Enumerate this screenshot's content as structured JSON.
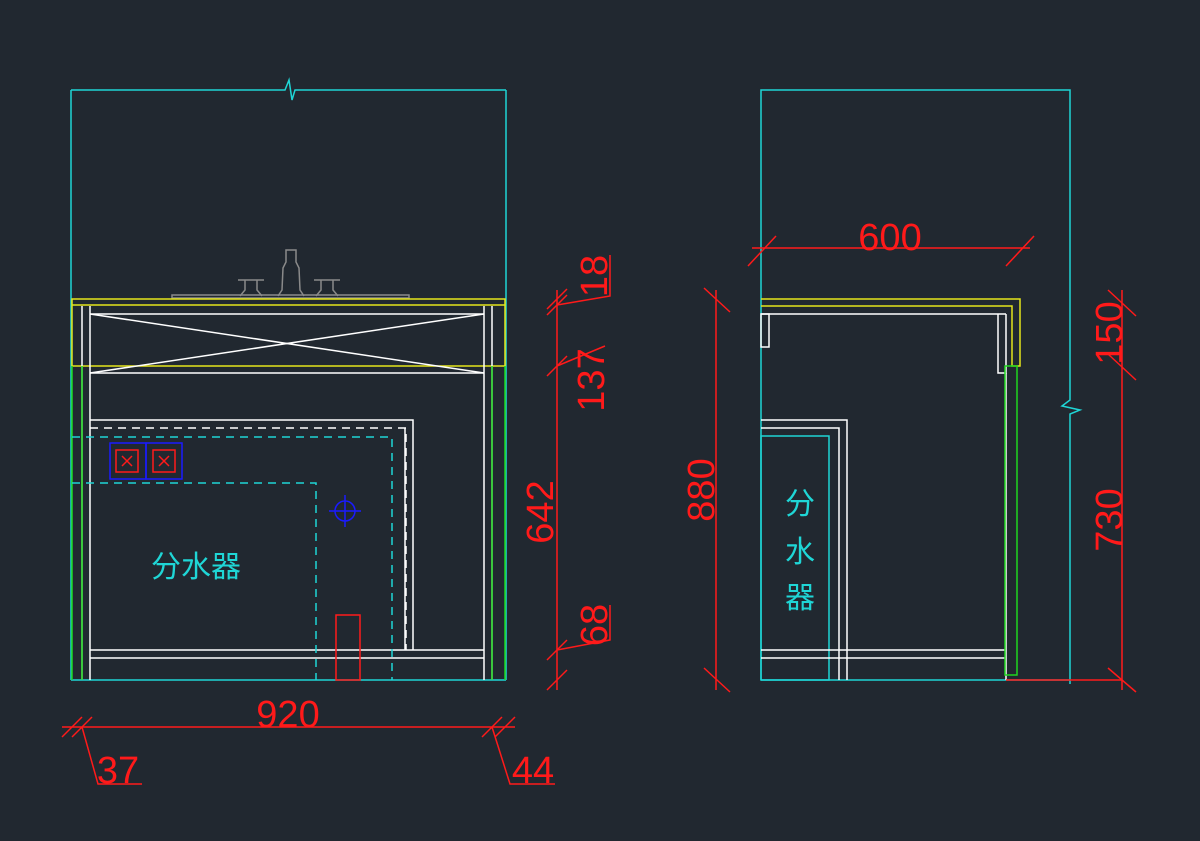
{
  "drawing": {
    "front_view": {
      "label": "分水器",
      "dimensions": {
        "width": "920",
        "left_side": "37",
        "right_side": "44",
        "top": "18",
        "upper": "137",
        "middle": "642",
        "bottom": "68"
      }
    },
    "side_view": {
      "label_chars": [
        "分",
        "水",
        "器"
      ],
      "dimensions": {
        "depth": "600",
        "height": "880",
        "top": "150",
        "lower": "730"
      }
    },
    "colors": {
      "background": "#212830",
      "dimension": "#ff1a1a",
      "outline": "#1fd6d6",
      "countertop": "#e6e61a",
      "panel": "#1fd61f",
      "cabinet": "#ffffff",
      "fixture": "#8a8a8a",
      "target": "#1a1aff"
    }
  }
}
